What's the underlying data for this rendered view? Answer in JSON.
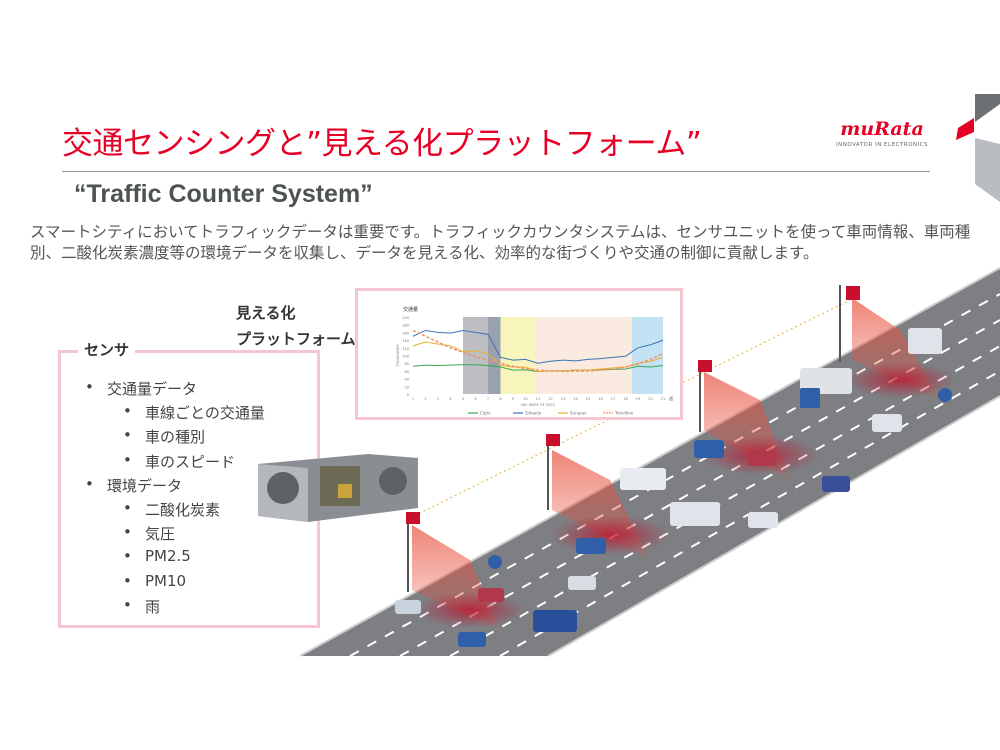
{
  "slide": {
    "title": "交通センシングと”見える化プラットフォーム”",
    "subtitle": "“Traffic Counter System”",
    "description": "スマートシティにおいてトラフィックデータは重要です。トラフィックカウンタシステムは、センサユニットを使って車両情報、車両種別、二酸化炭素濃度等の環境データを収集し、データを見える化、効率的な街づくりや交通の制御に貢献します。"
  },
  "logo": {
    "word": "muRata",
    "tagline": "INNOVATOR IN ELECTRONICS"
  },
  "sensor_panel": {
    "label": "センサ",
    "items": [
      {
        "text": "交通量データ",
        "level": 0
      },
      {
        "text": "車線ごとの交通量",
        "level": 1
      },
      {
        "text": "車の種別",
        "level": 1
      },
      {
        "text": "車のスピード",
        "level": 1
      },
      {
        "text": "環境データ",
        "level": 0
      },
      {
        "text": "二酸化炭素",
        "level": 1
      },
      {
        "text": "気圧",
        "level": 1
      },
      {
        "text": "PM2.5",
        "level": 1
      },
      {
        "text": "PM10",
        "level": 1
      },
      {
        "text": "雨",
        "level": 1
      }
    ]
  },
  "platform_panel": {
    "label_line1": "見える化",
    "label_line2": "プラットフォーム"
  },
  "colors": {
    "accent": "#e60026",
    "panel_border": "#f5c6d0",
    "road": "#7d7f83"
  },
  "chart_data": {
    "type": "line",
    "title": "交通量",
    "ylabel": "THOUSANDS",
    "xlabel": "Nth WEEK OF 2020",
    "x_unit": "週",
    "x": [
      1,
      2,
      3,
      4,
      5,
      6,
      7,
      8,
      9,
      10,
      11,
      12,
      13,
      14,
      15,
      16,
      17,
      18,
      19,
      20,
      21
    ],
    "ylim": [
      0,
      200
    ],
    "yticks": [
      0,
      20,
      40,
      60,
      80,
      100,
      120,
      140,
      160,
      180,
      200
    ],
    "series": [
      {
        "name": "Cipto",
        "color": "#3aa655",
        "values": [
          72,
          75,
          74,
          75,
          76,
          76,
          74,
          70,
          62,
          63,
          58,
          60,
          60,
          62,
          62,
          63,
          64,
          65,
          72,
          70,
          74
        ]
      },
      {
        "name": "Sidoarjo",
        "color": "#3b75b8",
        "values": [
          150,
          165,
          160,
          158,
          165,
          160,
          155,
          95,
          88,
          90,
          80,
          85,
          88,
          86,
          90,
          92,
          95,
          98,
          120,
          128,
          140
        ]
      },
      {
        "name": "Surapan",
        "color": "#e8b030",
        "values": [
          125,
          135,
          130,
          125,
          110,
          112,
          105,
          75,
          70,
          70,
          58,
          60,
          60,
          62,
          62,
          65,
          68,
          70,
          80,
          85,
          95
        ]
      },
      {
        "name": "Trendline",
        "color": "#f0906a",
        "dashed": true,
        "values": [
          165,
          150,
          135,
          120,
          108,
          97,
          88,
          80,
          72,
          66,
          62,
          60,
          59,
          59,
          60,
          62,
          65,
          70,
          78,
          90,
          105
        ]
      }
    ]
  }
}
